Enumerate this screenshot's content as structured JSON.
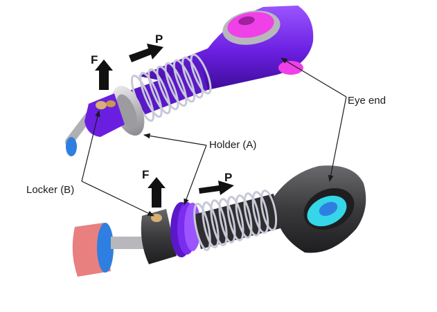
{
  "labels": {
    "force_top": "F",
    "pull_top": "P",
    "force_bottom": "F",
    "pull_bottom": "P",
    "eye_end": "Eye end",
    "holder": "Holder (A)",
    "locker": "Locker (B)"
  },
  "colors": {
    "purple": "#7a2cf0",
    "purple_dark": "#4b12b0",
    "magenta": "#f040e8",
    "spring": "#c8c8d8",
    "dark_body": "#3a3a3c",
    "cyan": "#34d6e8",
    "blue": "#2f7fe0",
    "salmon": "#e88080",
    "brass": "#d8b070"
  }
}
